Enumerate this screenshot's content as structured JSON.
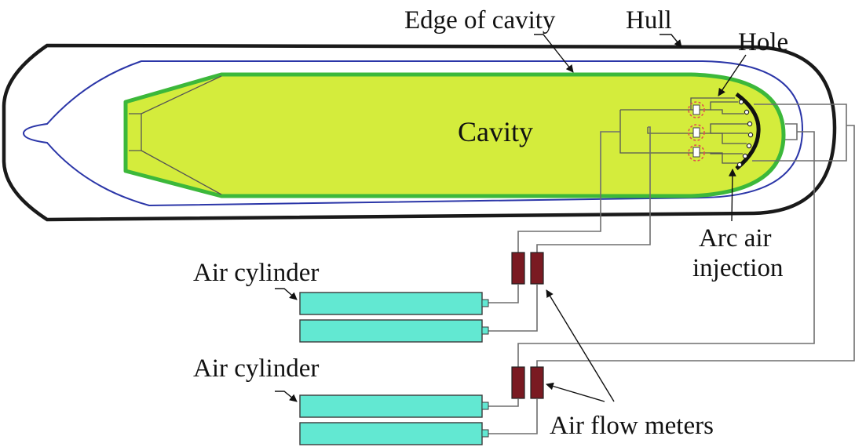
{
  "labels": {
    "edge_of_cavity": "Edge of cavity",
    "hull": "Hull",
    "hole": "Hole",
    "cavity": "Cavity",
    "arc_air_injection_line1": "Arc air",
    "arc_air_injection_line2": "injection",
    "air_cylinder_top": "Air cylinder",
    "air_cylinder_bottom": "Air cylinder",
    "air_flow_meters": "Air flow meters"
  },
  "colors": {
    "hull_outline": "#1a1a1a",
    "inner_line": "#2b36a8",
    "cavity_fill": "#d4ec3c",
    "cavity_edge": "#3cb83a",
    "cylinder_fill": "#62e8d2",
    "cylinder_stroke": "#3a3a3a",
    "flow_meter_fill": "#7a1a22",
    "hole_marker": "#e05050"
  }
}
